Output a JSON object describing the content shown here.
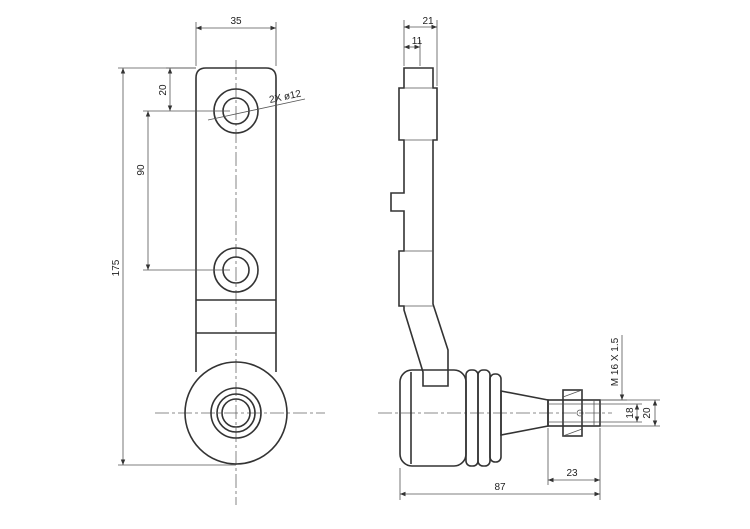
{
  "dimensions": {
    "width_35": "35",
    "height_175": "175",
    "hole_offset_20": "20",
    "hole_spacing_90": "90",
    "hole_callout": "2X ø12",
    "side_width_21": "21",
    "side_offset_11": "11",
    "thread_spec": "M 16 X 1.5",
    "shaft_dia_18": "18",
    "shaft_dia_20": "20",
    "shaft_len_23": "23",
    "overall_len_87": "87"
  }
}
